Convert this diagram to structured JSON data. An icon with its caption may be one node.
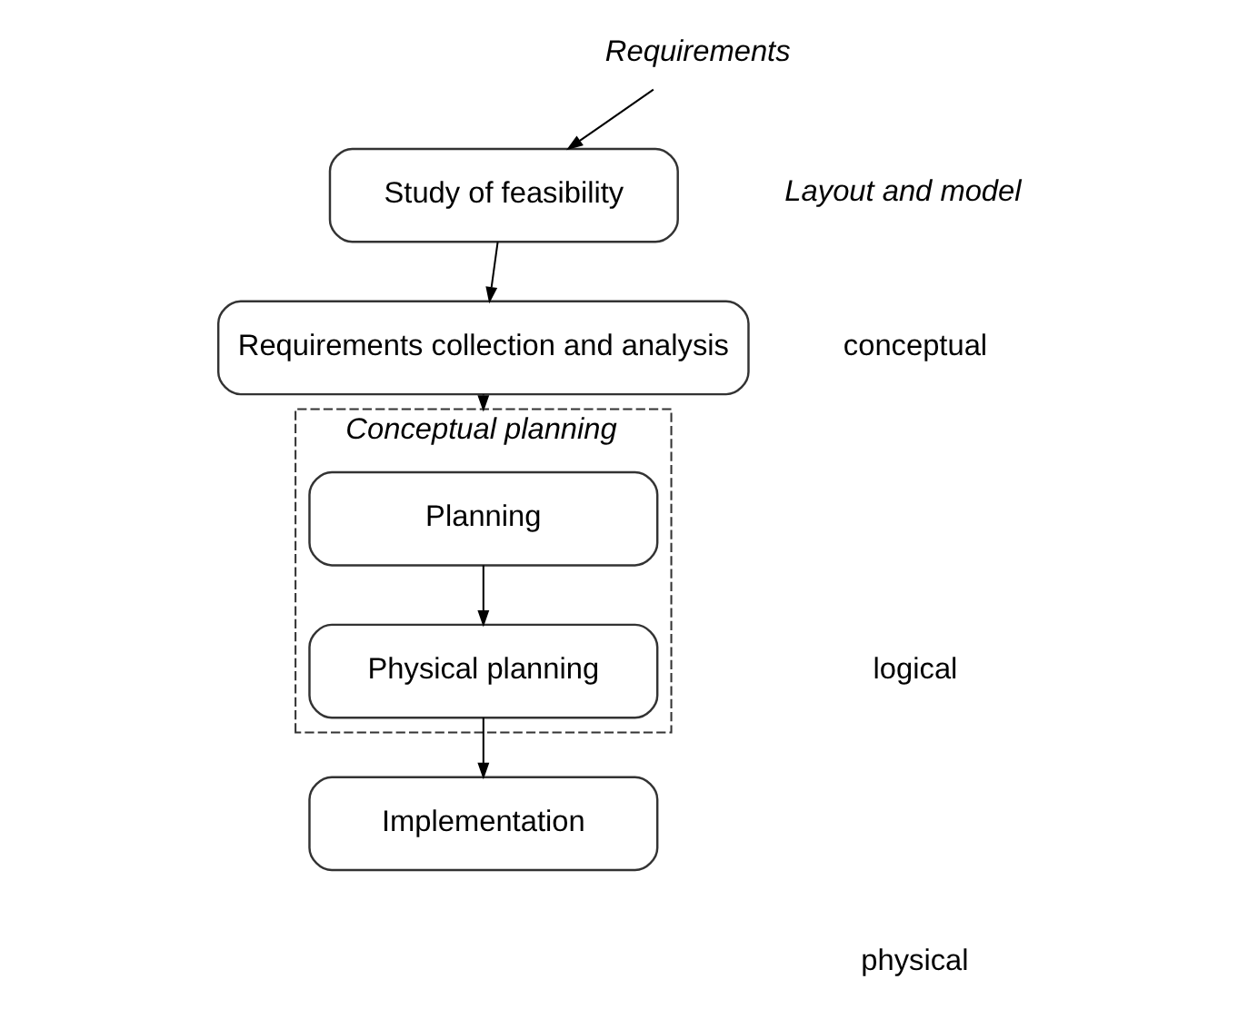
{
  "diagram": {
    "nodes": [
      {
        "text": [
          "Requirements"
        ]
      },
      {
        "text": [
          "Study of feasibility"
        ]
      },
      {
        "text": [
          "Requirements collection and analysis"
        ]
      },
      {
        "text": [
          "Conceptual planning"
        ]
      },
      {
        "text": [
          "Planning"
        ],
        "in": 3
      },
      {
        "text": [
          "Physical planning"
        ],
        "in": 3
      },
      {
        "text": [
          "Implementation"
        ]
      }
    ],
    "edges": [
      {
        "from": 0,
        "to": 1,
        "arrow": "to"
      },
      {
        "from": 1,
        "to": 2,
        "arrow": "to"
      },
      {
        "from": 2,
        "to": 3,
        "arrow": "to"
      },
      {
        "from": 4,
        "to": 5,
        "arrow": "to"
      },
      {
        "from": 5,
        "to": 6,
        "arrow": "to"
      }
    ],
    "labels": [
      "Layout and model",
      "conceptual",
      "logical",
      "physical"
    ]
  }
}
